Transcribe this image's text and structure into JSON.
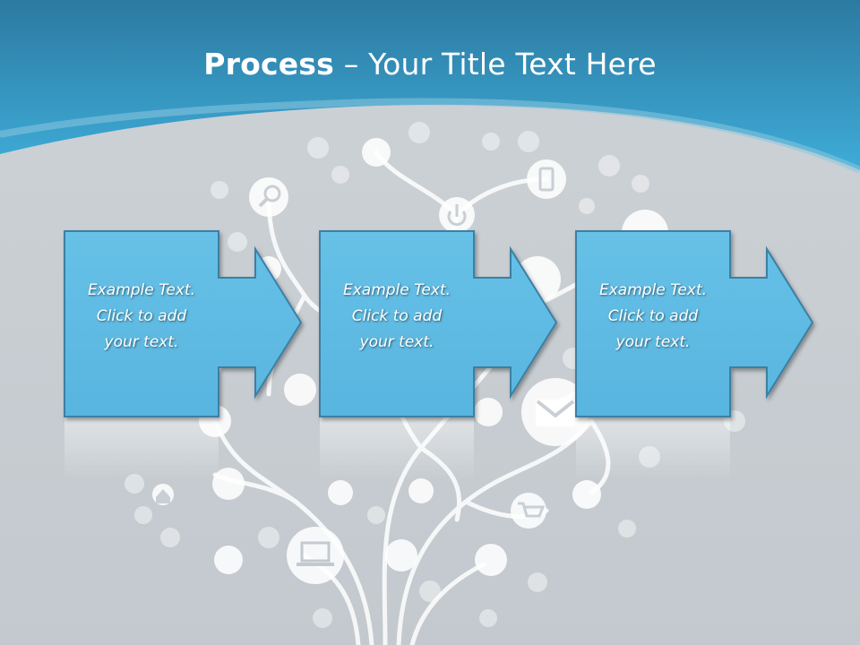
{
  "slide": {
    "title_bold": "Process",
    "title_dash": " – ",
    "title_rest": "Your Title Text Here"
  },
  "steps": [
    {
      "lines": [
        "Example Text.",
        "Click  to add",
        "your text."
      ]
    },
    {
      "lines": [
        "Example Text.",
        "Click  to add",
        "your text."
      ]
    },
    {
      "lines": [
        "Example Text.",
        "Click  to add",
        "your text."
      ]
    }
  ],
  "colors": {
    "header_top": "#2f7fa6",
    "header_bottom": "#3aa9d6",
    "background": "#c9cfd4",
    "box_fill": "#62bde4",
    "box_stroke": "#3d7fa3",
    "decor": "#ffffff"
  },
  "decor_icons": [
    "search-icon",
    "mail-icon",
    "cart-icon",
    "laptop-icon",
    "power-icon",
    "link-icon",
    "home-icon",
    "share-icon",
    "phone-icon",
    "user-add-icon",
    "clock-icon",
    "chat-icon"
  ]
}
